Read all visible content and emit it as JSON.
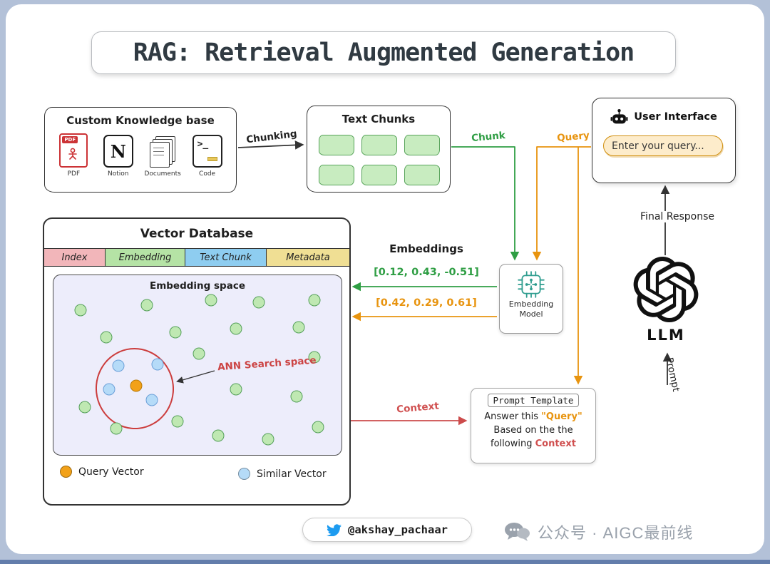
{
  "title": "RAG: Retrieval Augmented Generation",
  "knowledge_base": {
    "title": "Custom Knowledge base",
    "sources": [
      {
        "name": "PDF",
        "icon": "pdf-file-icon"
      },
      {
        "name": "Notion",
        "icon": "notion-icon"
      },
      {
        "name": "Documents",
        "icon": "documents-stack-icon"
      },
      {
        "name": "Code",
        "icon": "code-terminal-icon"
      }
    ]
  },
  "text_chunks": {
    "title": "Text Chunks",
    "chunk_count": 6,
    "chunk_color": "#c8ecc0"
  },
  "user_interface": {
    "title": "User Interface",
    "icon": "bot-icon",
    "input_value": "Enter your query..."
  },
  "arrows": {
    "chunking": "Chunking",
    "chunk": "Chunk",
    "query": "Query",
    "embeddings_heading": "Embeddings",
    "chunk_embedding": "[0.12, 0.43, -0.51]",
    "query_embedding": "[0.42, 0.29, 0.61]",
    "final_response": "Final Response",
    "context": "Context",
    "prompt": "Prompt",
    "colors": {
      "green": "#2f9e44",
      "orange": "#e8940f",
      "red": "#cc4b4b",
      "dark": "#333333"
    }
  },
  "vector_database": {
    "title": "Vector Database",
    "columns": [
      {
        "label": "Index",
        "color": "#f2b6ba"
      },
      {
        "label": "Embedding",
        "color": "#b5e3a5"
      },
      {
        "label": "Text Chunk",
        "color": "#8ecdf0"
      },
      {
        "label": "Metadata",
        "color": "#f0df94"
      }
    ],
    "embedding_space": {
      "title": "Embedding space",
      "ann_label": "ANN Search space",
      "legend": [
        {
          "label": "Query Vector",
          "color": "#f2a118"
        },
        {
          "label": "Similar Vector",
          "color": "#b5dbf8"
        }
      ],
      "points": {
        "other": [
          [
            38,
            49
          ],
          [
            131,
            42
          ],
          [
            221,
            35
          ],
          [
            288,
            38
          ],
          [
            366,
            35
          ],
          [
            74,
            87
          ],
          [
            171,
            80
          ],
          [
            256,
            75
          ],
          [
            344,
            73
          ],
          [
            204,
            110
          ],
          [
            366,
            115
          ],
          [
            256,
            160
          ],
          [
            341,
            170
          ],
          [
            44,
            185
          ],
          [
            88,
            215
          ],
          [
            174,
            205
          ],
          [
            231,
            225
          ],
          [
            301,
            230
          ],
          [
            371,
            213
          ]
        ],
        "similar_cluster": [
          [
            91,
            127
          ],
          [
            146,
            125
          ],
          [
            78,
            160
          ],
          [
            138,
            175
          ]
        ],
        "query": [
          116,
          155
        ]
      }
    }
  },
  "embedding_model": {
    "line1": "Embedding",
    "line2": "Model",
    "icon": "chip-icon"
  },
  "llm": {
    "label": "LLM",
    "icon": "openai-logo"
  },
  "prompt_template": {
    "title": "Prompt Template",
    "line1_prefix": "Answer this ",
    "query_word": "\"Query\"",
    "line2": "Based on the the",
    "line3_prefix": "following ",
    "context_word": "Context"
  },
  "footer": {
    "twitter_handle": "@akshay_pachaar",
    "twitter_icon": "twitter-bird-icon",
    "wechat_label": "公众号 · AIGC最前线",
    "wechat_icon": "chat-bubbles-icon"
  }
}
